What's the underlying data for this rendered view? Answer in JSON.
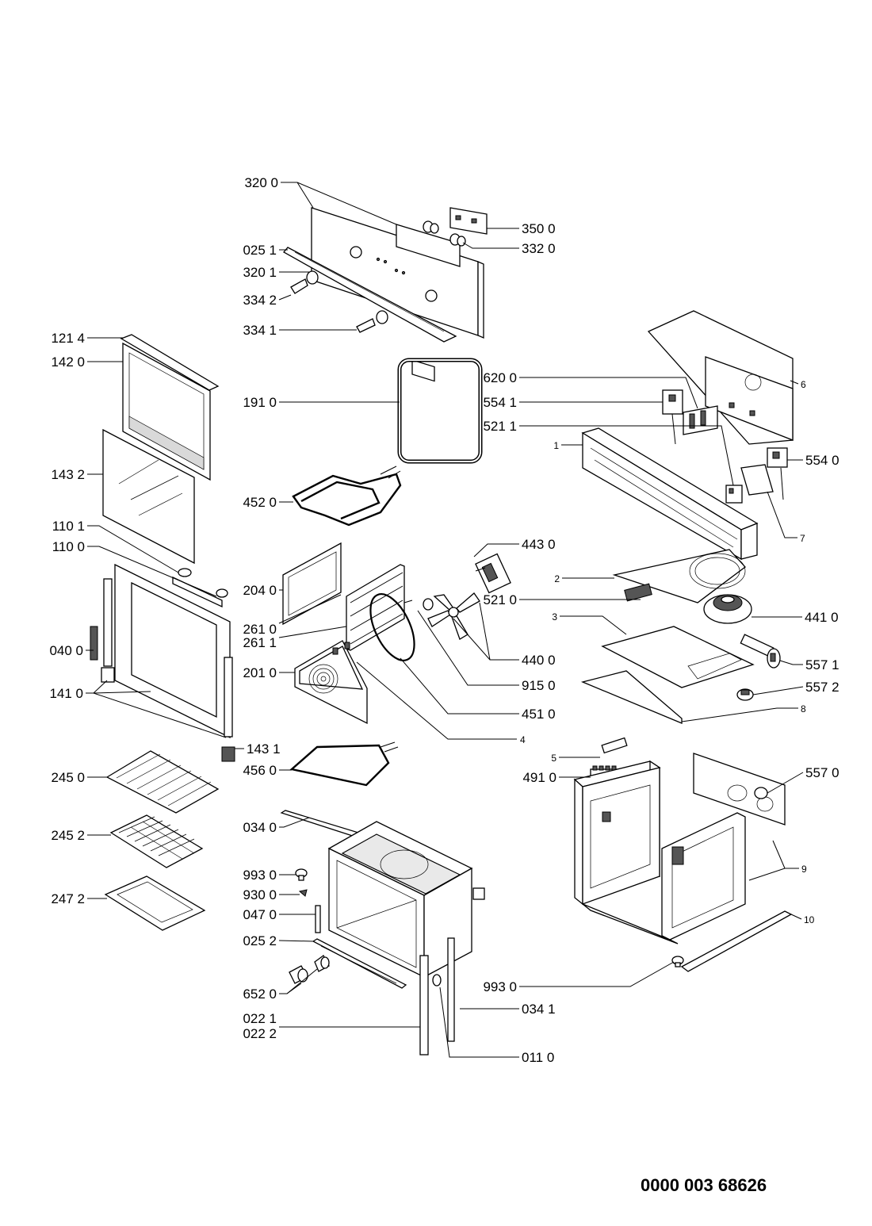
{
  "diagram": {
    "labels": {
      "l3200": "320 0",
      "l0251": "025 1",
      "l3201": "320 1",
      "l3342": "334 2",
      "l3341": "334 1",
      "l3500": "350 0",
      "l3320": "332 0",
      "l1214": "121 4",
      "l1420": "142 0",
      "l1432": "143 2",
      "l1101": "110 1",
      "l1100": "110 0",
      "l0400": "040 0",
      "l1410": "141 0",
      "l1431": "143 1",
      "l2450": "245 0",
      "l2452": "245 2",
      "l2472": "247 2",
      "l1910": "191 0",
      "l4520": "452 0",
      "l2040": "204 0",
      "l2610": "261 0",
      "l2611": "261 1",
      "l2010": "201 0",
      "l4560": "456 0",
      "l0340": "034 0",
      "l9930a": "993 0",
      "l9300": "930 0",
      "l0470": "047 0",
      "l0252": "025 2",
      "l6520": "652 0",
      "l0221": "022 1",
      "l0222": "022 2",
      "l4430": "443 0",
      "l5210": "521 0",
      "l4400": "440 0",
      "l9150": "915 0",
      "l4510": "451 0",
      "l0341": "034 1",
      "l0110": "011 0",
      "l9930b": "993 0",
      "l6200": "620 0",
      "l5541": "554 1",
      "l5211": "521 1",
      "l5540": "554 0",
      "l4410": "441 0",
      "l5571": "557 1",
      "l5572": "557 2",
      "l4910": "491 0",
      "l5570": "557 0",
      "n1": "1",
      "n2": "2",
      "n3": "3",
      "n4": "4",
      "n5": "5",
      "n6": "6",
      "n7": "7",
      "n8": "8",
      "n9": "9",
      "n10": "10"
    },
    "reference_number": "0000 003 68626"
  }
}
